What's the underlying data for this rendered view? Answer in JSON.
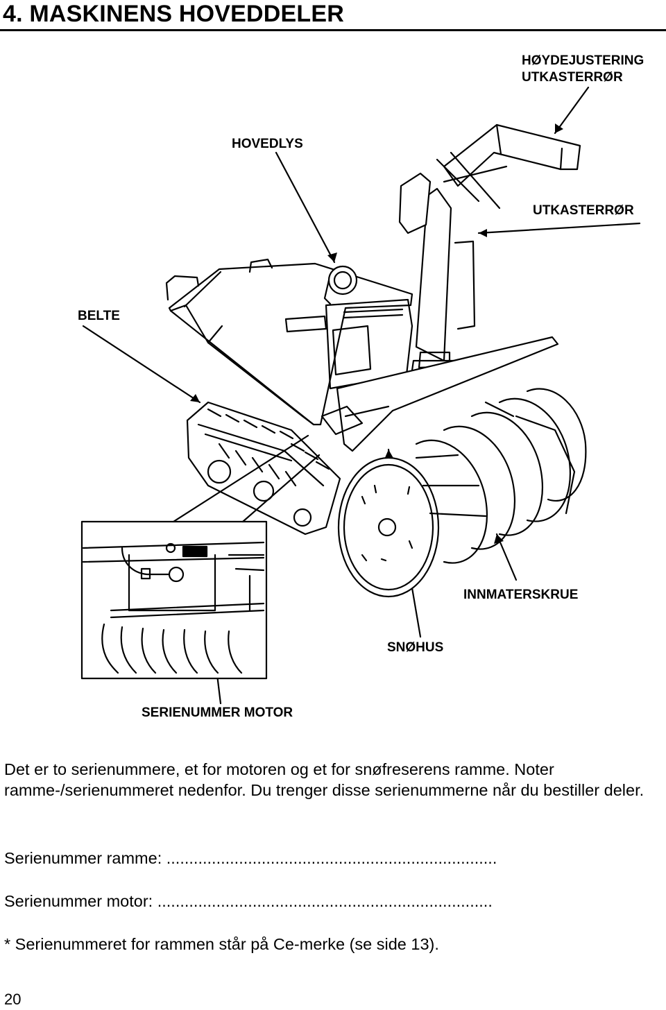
{
  "header": {
    "title": "4. MASKINENS HOVEDDELER"
  },
  "labels": {
    "height_adjust_line1": "HØYDEJUSTERING",
    "height_adjust_line2": "UTKASTERRØR",
    "headlight": "HOVEDLYS",
    "chute": "UTKASTERRØR",
    "track": "BELTE",
    "auger": "INNMATERSKRUE",
    "auger_housing": "SNØHUS",
    "engine_serial": "SERIENUMMER MOTOR"
  },
  "body": {
    "paragraph": "Det er to serienummere, et for motoren og et for snøfreserens ramme. Noter ramme-/serienummeret nedenfor. Du trenger disse serienummerne når du bestiller deler.",
    "frame_serial": "Serienummer ramme: .........................................................................",
    "engine_serial": "Serienummer motor: ..........................................................................",
    "footnote": "* Serienummeret for rammen står på Ce-merke (se side 13)."
  },
  "page": {
    "number": "20"
  }
}
